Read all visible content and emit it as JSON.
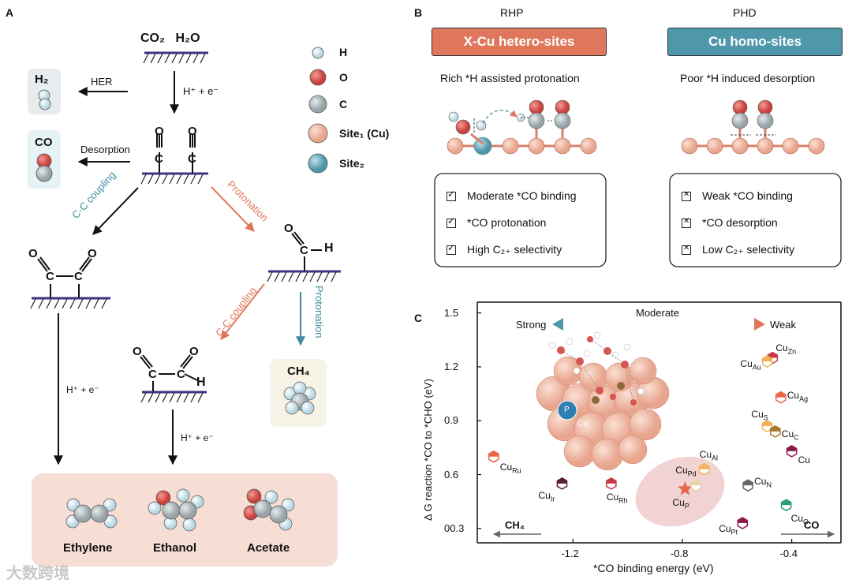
{
  "panelA": {
    "letter": "A",
    "reactants": "CO₂   H₂O",
    "h2": "H₂",
    "her": "HER",
    "hplus": "H⁺ + e⁻",
    "co": "CO",
    "desorption": "Desorption",
    "cc_coupling": "C-C coupling",
    "protonation": "Protonation",
    "h_atom": "H",
    "ch4": "CH₄",
    "products": [
      "Ethylene",
      "Ethanol",
      "Acetate"
    ]
  },
  "legend": [
    {
      "label": "H",
      "color": "#cfe3ec"
    },
    {
      "label": "O",
      "color": "#d9534f"
    },
    {
      "label": "C",
      "color": "#aab4b8"
    },
    {
      "label": "Site₁ (Cu)",
      "color": "#f2b9a4"
    },
    {
      "label": "Site₂",
      "color": "#6aa6b8"
    }
  ],
  "panelB": {
    "letter": "B",
    "left": {
      "title": "RHP",
      "header": "X-Cu hetero-sites",
      "subtitle": "Rich *H assisted protonation",
      "checks": [
        "Moderate *CO binding",
        "*CO protonation",
        "High C₂₊ selectivity"
      ]
    },
    "right": {
      "title": "PHD",
      "header": "Cu homo-sites",
      "subtitle": "Poor *H induced desorption",
      "checks": [
        "Weak *CO binding",
        "*CO desorption",
        "Low C₂₊ selectivity"
      ]
    },
    "colors": {
      "left": "#e0775c",
      "right": "#4f97aa"
    }
  },
  "panelC": {
    "letter": "C",
    "strong": "Strong",
    "moderate": "Moderate",
    "weak": "Weak",
    "ch4": "CH₄",
    "co": "CO",
    "p_label": "P",
    "cu_label": "Cu",
    "xlabel": "*CO binding energy (eV)",
    "ylabel": "Δ G reaction *CO to *CHO (eV)"
  },
  "chart_data": {
    "type": "scatter",
    "xlabel": "*CO binding energy (eV)",
    "ylabel": "Δ G reaction *CO to *CHO (eV)",
    "xlim": [
      -1.55,
      -0.22
    ],
    "ylim": [
      0.22,
      1.56
    ],
    "xticks": [
      -1.2,
      -0.8,
      -0.4
    ],
    "yticks": [
      0.3,
      0.6,
      0.9,
      1.2,
      1.5
    ],
    "yticklabels": [
      "00.3",
      "0.6",
      "0.9",
      "1.2",
      "1.5"
    ],
    "xticklabels": [
      "-1.2",
      "-0.8",
      "-0.4"
    ],
    "points": [
      {
        "label": "CuRu",
        "x": -1.49,
        "y": 0.7,
        "color": "#e8674b"
      },
      {
        "label": "CuIr",
        "x": -1.24,
        "y": 0.55,
        "color": "#5a1e2e"
      },
      {
        "label": "CuRh",
        "x": -1.06,
        "y": 0.55,
        "color": "#c83a48"
      },
      {
        "label": "CuP",
        "x": -0.79,
        "y": 0.52,
        "color": "#e8674b"
      },
      {
        "label": "CuPd",
        "x": -0.75,
        "y": 0.54,
        "color": "#e8d4a6"
      },
      {
        "label": "CuAl",
        "x": -0.72,
        "y": 0.63,
        "color": "#f2b25c"
      },
      {
        "label": "CuZn",
        "x": -0.47,
        "y": 1.25,
        "color": "#c83a48"
      },
      {
        "label": "CuAu",
        "x": -0.49,
        "y": 1.23,
        "color": "#f2b25c"
      },
      {
        "label": "CuAg",
        "x": -0.44,
        "y": 1.03,
        "color": "#e8674b"
      },
      {
        "label": "CuS",
        "x": -0.49,
        "y": 0.87,
        "color": "#f2b25c"
      },
      {
        "label": "CuC",
        "x": -0.46,
        "y": 0.84,
        "color": "#a87a2c"
      },
      {
        "label": "Cu",
        "x": -0.4,
        "y": 0.73,
        "color": "#8c1d4a"
      },
      {
        "label": "CuN",
        "x": -0.56,
        "y": 0.54,
        "color": "#666666"
      },
      {
        "label": "CuO",
        "x": -0.42,
        "y": 0.43,
        "color": "#2e9e7a"
      },
      {
        "label": "CuPt",
        "x": -0.58,
        "y": 0.33,
        "color": "#8c1d4a"
      }
    ]
  },
  "watermark": "大数跨境"
}
